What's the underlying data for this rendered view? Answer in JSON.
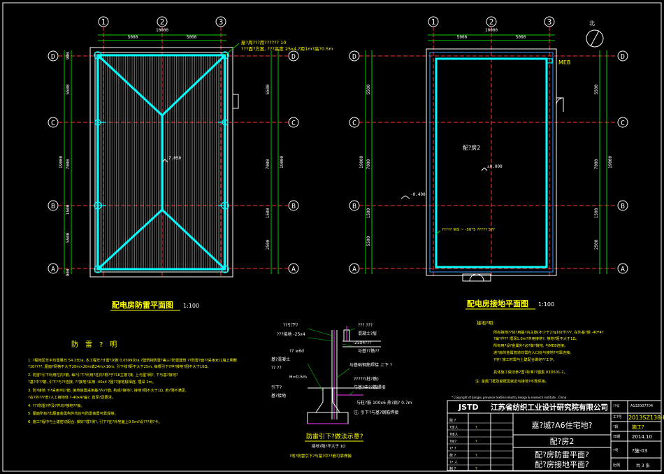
{
  "grid_labels": {
    "cols": [
      "1",
      "2",
      "3"
    ],
    "rows": [
      "D",
      "C",
      "B",
      "A"
    ]
  },
  "plan1": {
    "dim_top_total": "10000",
    "dim_top_a": "5000",
    "dim_top_b": "5000",
    "dims_left": [
      "900",
      "5500",
      "7000",
      "1500",
      "5500",
      "900"
    ],
    "dim_left_total": "19000",
    "dims_right": [
      "5500",
      "7000",
      "1500",
      "2500"
    ],
    "dim_right_total": "19000",
    "level": "7.050",
    "note_line1": "屋?周???用?????? 10",
    "note_line2": "???面?方案, ???高度 25x4,?距1m?高?0.5m",
    "title": "配电房防雷平面图",
    "scale": "1:100"
  },
  "plan2": {
    "dim_top_total": "10000",
    "dim_top_a": "5000",
    "dim_top_b": "5000",
    "dims_left": [
      "5500",
      "7000",
      "1500",
      "5500"
    ],
    "dim_left_total": "19000",
    "dims_right": [
      "5500",
      "7000",
      "1500",
      "2500"
    ],
    "dim_right_total": "19000",
    "room": "配?房2",
    "level": "±0.000",
    "level_out": "-0.400",
    "mer": "MEB",
    "ring": "????? WS ~ -50*5 ????? 5??",
    "north": "北",
    "title": "配电房接地平面图",
    "scale": "1:100"
  },
  "notes": {
    "heading": "防　雷　?　明",
    "lines": [
      "1. ?程地区年平均雷暴日 54.2天/a, 本工程年?计雷?次数 0.0309次/a  ?建筑物防雷?第三?防雷建筑  ??防雷?面??采用女儿墙上明敷",
      "   ?10????, 屋面?网格不大于20m×20m或24m×16m, 引下线?距不大于25m, 每根引下?冲?接地?阻不大于10Ω。",
      "2. 防雷?引下利用柱内?筋, 每?引下?利用?柱内?根?于?16主筋?接, 上与屋?网?, 下与基?接地?",
      "   ?基?中??筋, 引下?与??连接, ??接地?采用 -40x4 ?圆??接地极相连, 埋深 1m。",
      "3. 防?接地 下?采用?柱?筋, 接地装置采用基?内??筋, 构成?接地?, 接地?阻不大于1Ω, 若?测不满足,",
      "   ?在?外???增?人工接地体 ?-40x4?扁?, 直至?足要求。",
      "4. ???防雷?件及?件均?接地??接。",
      "5. 屋面所有?出屋面金属构件均应与防雷装置可靠焊接。",
      "6. 施工?程中与土建密切配合, 做好?埋?测?, 引下?在?外地面上0.5m?设???测?卡。"
    ]
  },
  "detail": {
    "labels": [
      "??引下?",
      "???接地 -25x4",
      "??? ???",
      "-25x4???",
      "混凝土?层",
      "?? ≥6d",
      "基?混凝土",
      "与基??筋??",
      "H=0.5m",
      "?? ??",
      "引下?",
      "基?接地",
      "与基础钢筋焊接 上下  ?",
      "与柱?筋 100x6 热?扁? 0.7m",
      "?????(柱?筋)",
      "与基?中??筋焊接",
      "注: 引下?与基?钢筋焊接"
    ],
    "title": "防雷引下?做法示意?",
    "sub1": "接地?阻?不大于 1Ω",
    "sub2": "?地?防雷引下?与基?中??筋可靠焊接"
  },
  "notes2": {
    "heading": "接地?明:",
    "lines": [
      "所有接地??体?用基?内主筋(不少于2?φ16)作???, 在外基?做 -40*4?",
      "?扁?作?? 埋深1.0m?共用接地?, 接地?阻不大于1Ω。",
      "所有用?设?金属外?必?做?接地, 与MEB连接。",
      "进?房的金属管道均需在入口处与接地?可靠连接。",
      "?地? 施工时需与土建配合做好??工作。",
      "",
      "具体施工做法参?国?标准??图集 03D501-2。"
    ],
    "footnote": "注: 金属门框及窗框需就近与接地?可靠焊接。"
  },
  "titleblock": {
    "copyright": "* Copyright of Jiangsu province textile industry design & research institute , China",
    "brand": "JSTD",
    "company": "江苏省纺织工业设计研究院有限公司",
    "cert_label": "??号",
    "cert_no": "A132007704",
    "proj_no_label": "工?号",
    "proj_no": "2013SZ138-P",
    "stage_label": "?段",
    "stage": "施工?",
    "date_label": "日期",
    "date": "2014.10",
    "drawno_label": "?号",
    "drawno": "?施-03",
    "scale_label": "比例",
    "sheet": "共 3 张",
    "project": "嘉?城?A6住宅地?",
    "subproject": "配?房2",
    "drawing1": "配?房防雷平面?",
    "drawing2": "配?房接地平面?",
    "roles": [
      "院 ?",
      "?定人",
      "?核人",
      "?目?",
      "?? ?",
      "校 ?",
      "?? 人",
      "制 ?"
    ],
    "names": [
      "",
      "?",
      "",
      "?",
      "",
      "?",
      "",
      "?"
    ]
  }
}
